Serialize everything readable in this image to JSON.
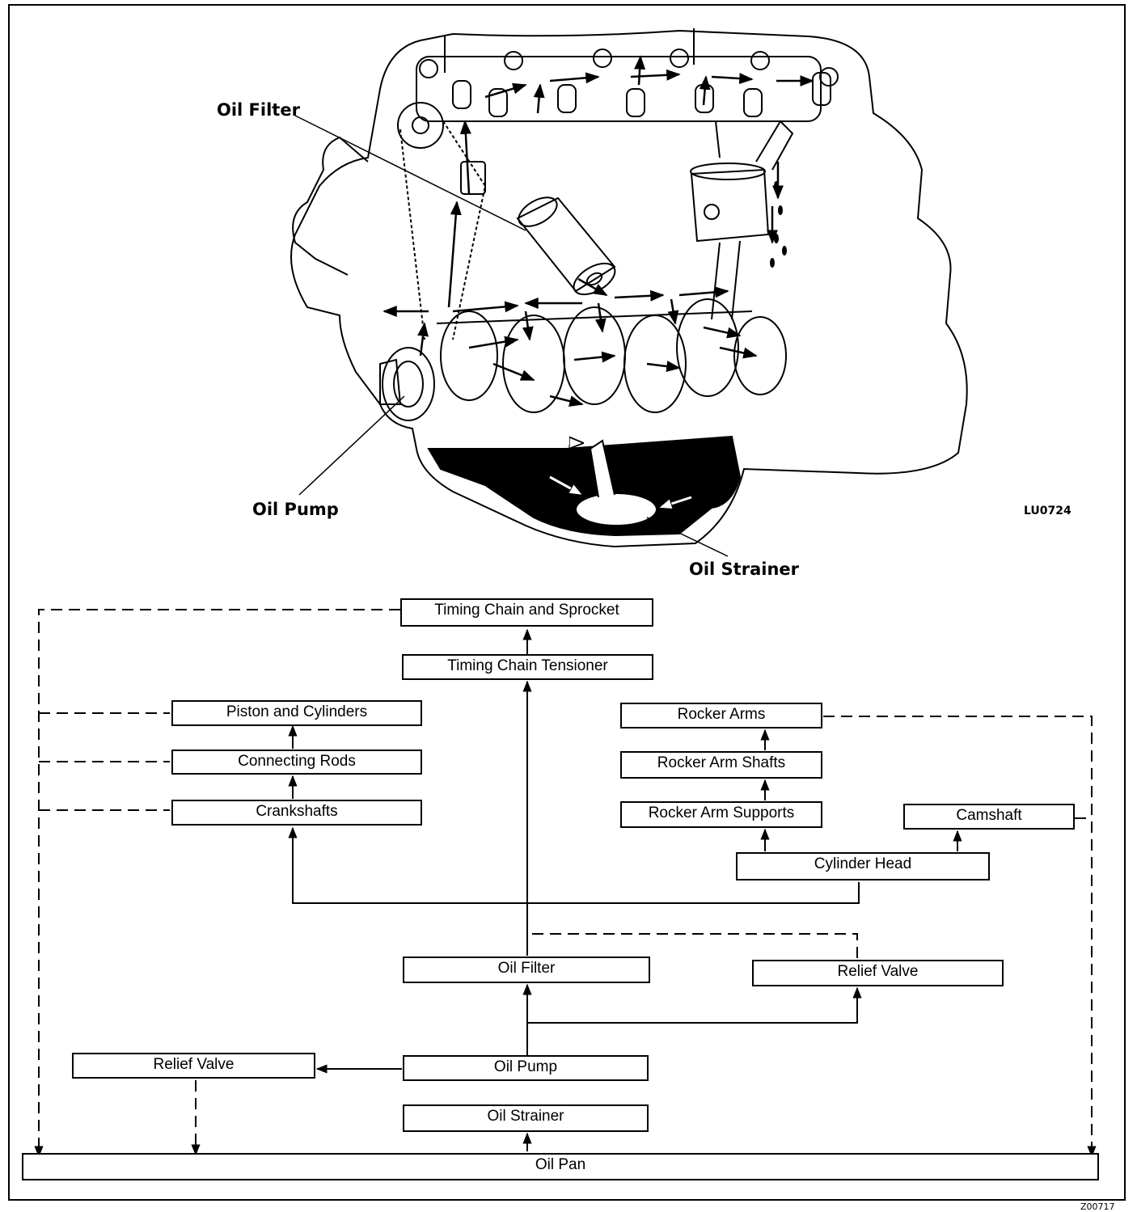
{
  "illustration": {
    "labels": {
      "oil_filter": "Oil Filter",
      "oil_pump": "Oil Pump",
      "oil_strainer": "Oil Strainer"
    },
    "figure_code": "LU0724"
  },
  "flowchart": {
    "timing_chain_sprocket": "Timing Chain and Sprocket",
    "timing_chain_tensioner": "Timing Chain Tensioner",
    "piston_cylinders": "Piston and Cylinders",
    "connecting_rods": "Connecting Rods",
    "crankshafts": "Crankshafts",
    "rocker_arms": "Rocker Arms",
    "rocker_arm_shafts": "Rocker Arm Shafts",
    "rocker_arm_supports": "Rocker Arm Supports",
    "camshaft": "Camshaft",
    "cylinder_head": "Cylinder Head",
    "oil_filter": "Oil Filter",
    "relief_valve_right": "Relief Valve",
    "relief_valve_left": "Relief Valve",
    "oil_pump": "Oil Pump",
    "oil_strainer": "Oil Strainer",
    "oil_pan": "Oil Pan"
  },
  "page_code": "Z00717"
}
